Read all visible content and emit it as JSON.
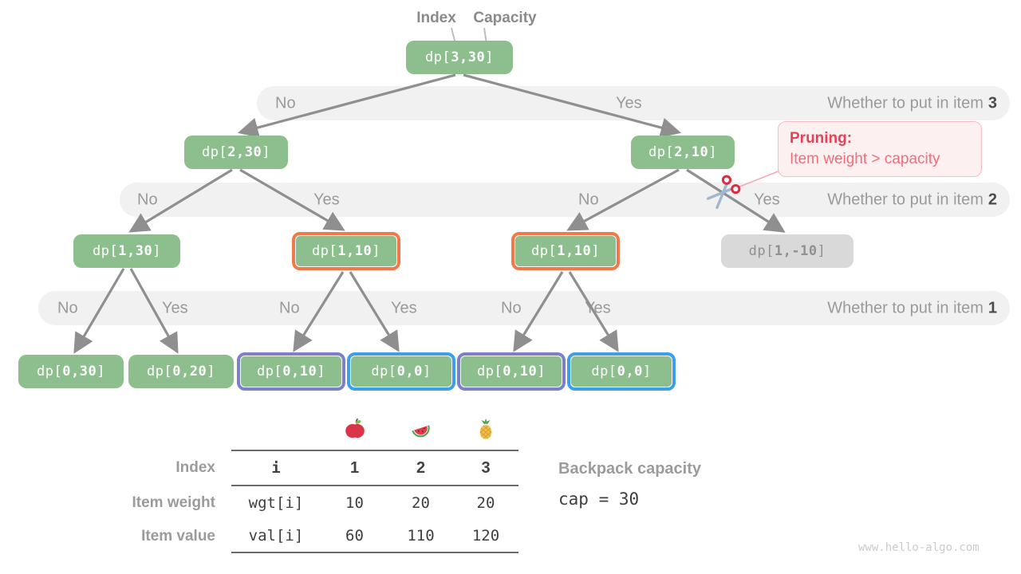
{
  "annotations": {
    "index_label": "Index",
    "capacity_label": "Capacity",
    "watermark": "www.hello-algo.com"
  },
  "pruning": {
    "title": "Pruning:",
    "body": "Item weight > capacity"
  },
  "tree": {
    "nodes": [
      {
        "label": "dp[3,30]",
        "variant": "green"
      },
      {
        "label": "dp[2,30]",
        "variant": "green"
      },
      {
        "label": "dp[2,10]",
        "variant": "green"
      },
      {
        "label": "dp[1,30]",
        "variant": "green"
      },
      {
        "label": "dp[1,10]",
        "variant": "orange-highlight"
      },
      {
        "label": "dp[1,10]",
        "variant": "orange-highlight"
      },
      {
        "label": "dp[1,-10]",
        "variant": "gray-pruned"
      },
      {
        "label": "dp[0,30]",
        "variant": "green"
      },
      {
        "label": "dp[0,20]",
        "variant": "green"
      },
      {
        "label": "dp[0,10]",
        "variant": "purple-highlight"
      },
      {
        "label": "dp[0,0]",
        "variant": "blue-highlight"
      },
      {
        "label": "dp[0,10]",
        "variant": "purple-highlight"
      },
      {
        "label": "dp[0,0]",
        "variant": "blue-highlight"
      }
    ]
  },
  "bands": [
    {
      "title_prefix": "Whether to put in item",
      "item_number": "3",
      "labels": [
        "No",
        "Yes"
      ]
    },
    {
      "title_prefix": "Whether to put in item",
      "item_number": "2",
      "labels": [
        "No",
        "Yes",
        "No",
        "Yes"
      ]
    },
    {
      "title_prefix": "Whether to put in item",
      "item_number": "1",
      "labels": [
        "No",
        "Yes",
        "No",
        "Yes",
        "No",
        "Yes"
      ]
    }
  ],
  "table": {
    "fruit_icons": [
      "apple-icon",
      "watermelon-icon",
      "pineapple-icon"
    ],
    "row_labels": [
      "Index",
      "Item weight",
      "Item value"
    ],
    "index_row": [
      "i",
      "1",
      "2",
      "3"
    ],
    "weight_row": [
      "wgt[i]",
      "10",
      "20",
      "20"
    ],
    "value_row": [
      "val[i]",
      "60",
      "110",
      "120"
    ]
  },
  "capacity_info": {
    "label": "Backpack capacity",
    "code": "cap = 30"
  },
  "colors": {
    "node_green": "#8cbf8d",
    "node_gray": "#d9d9d9",
    "highlight_orange": "#f0784a",
    "highlight_purple": "#7b80c8",
    "highlight_blue": "#3d9fe8",
    "band_gray": "#f1f1f1",
    "arrow_gray": "#8f8f8f",
    "pruning_red": "#ea4056"
  }
}
